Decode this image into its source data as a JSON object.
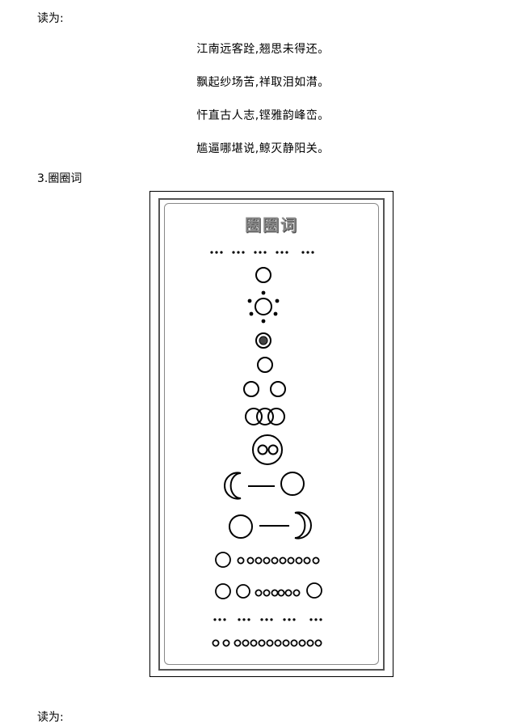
{
  "top_label": "读为:",
  "poem": [
    "江南远客跧,翘思未得还。",
    "飘起纱场苦,祥取泪如潸。",
    "忓直古人志,铿雅韵峰峦。",
    "尴逼哪堪说,鲸灭静阳关。"
  ],
  "section_heading": "3.圈圈词",
  "figure_title": "圈圈词",
  "bottom_label": "读为:"
}
